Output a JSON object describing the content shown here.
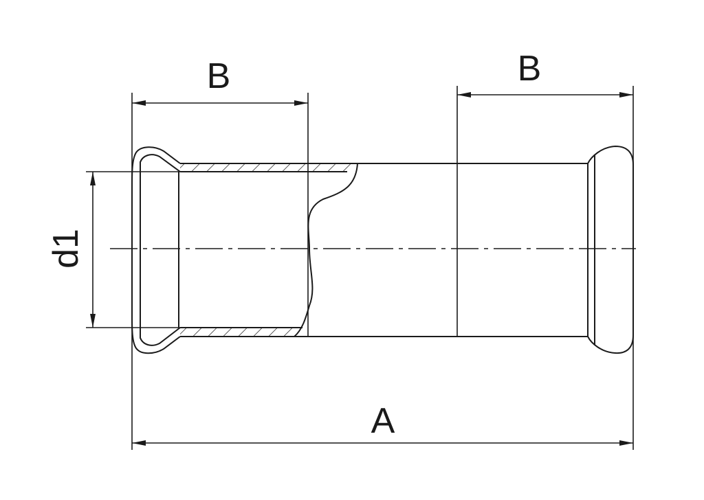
{
  "drawing": {
    "labels": {
      "length_left": "B",
      "length_right": "B",
      "overall_length": "A",
      "diameter": "d1"
    },
    "line_color": "#1a1a1a",
    "background": "#ffffff"
  }
}
